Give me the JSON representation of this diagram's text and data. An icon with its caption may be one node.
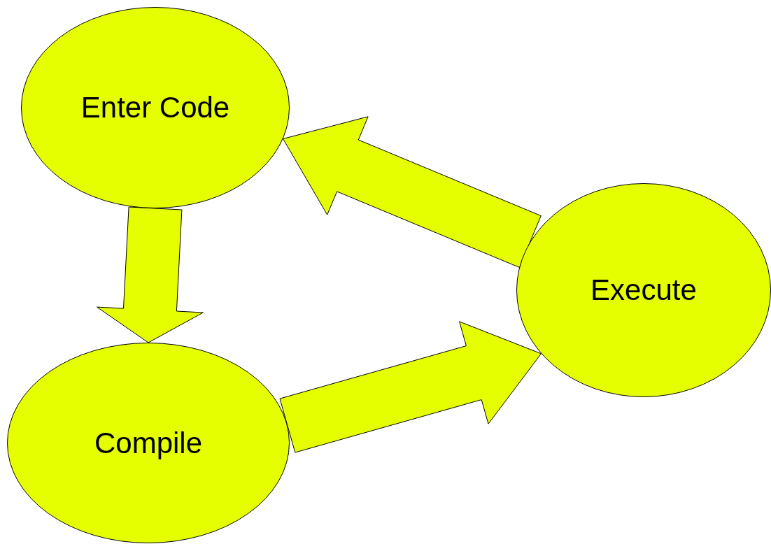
{
  "diagram": {
    "nodes": [
      {
        "text": [
          "Enter Code"
        ]
      },
      {
        "text": [
          "Compile"
        ]
      },
      {
        "text": [
          "Execute"
        ]
      }
    ],
    "edges": [
      {
        "from": 0,
        "to": 1,
        "arrow": "to"
      },
      {
        "from": 1,
        "to": 2,
        "arrow": "to"
      },
      {
        "from": 2,
        "to": 0,
        "arrow": "to"
      }
    ]
  }
}
